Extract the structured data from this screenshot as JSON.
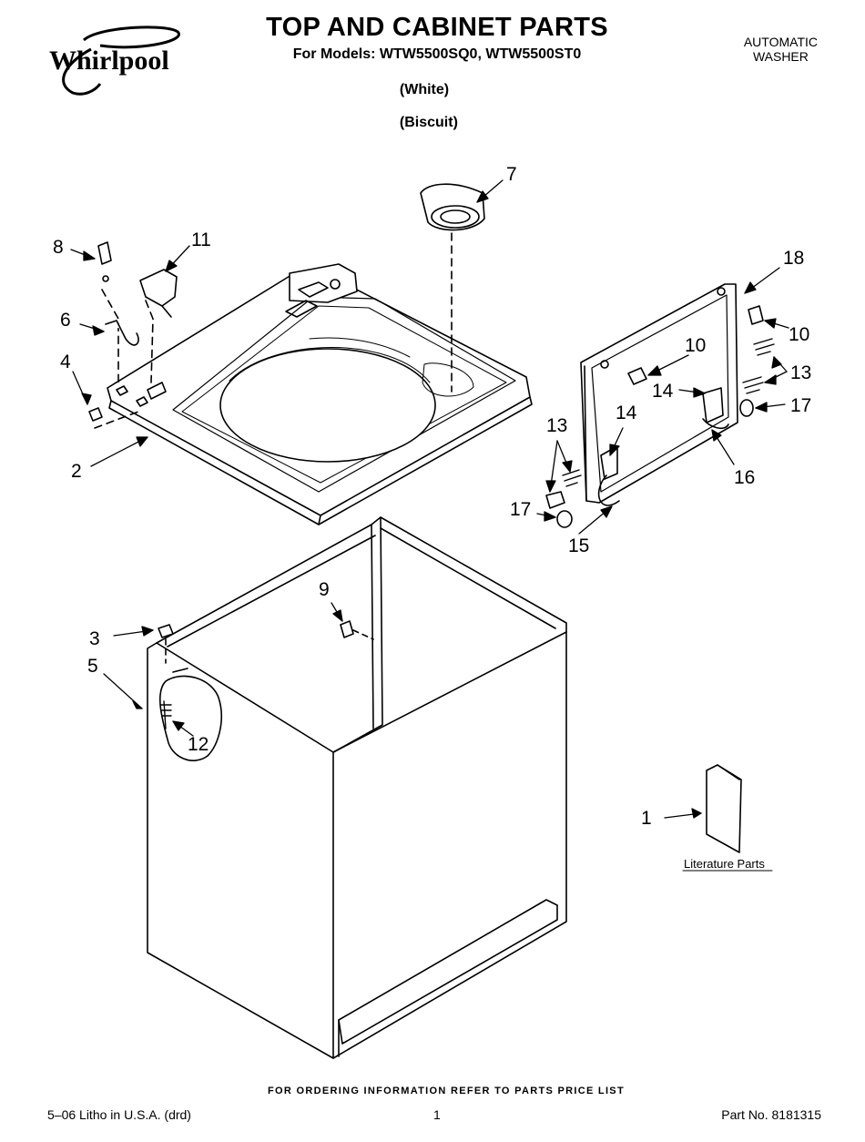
{
  "brand": {
    "logo_text": "Whirlpool"
  },
  "header": {
    "title": "TOP AND CABINET PARTS",
    "models_line": "For Models: WTW5500SQ0, WTW5500ST0",
    "variant_white": "(White)",
    "variant_biscuit": "(Biscuit)",
    "product_type_line1": "AUTOMATIC",
    "product_type_line2": "WASHER"
  },
  "callouts": {
    "c1": "1",
    "c2": "2",
    "c3": "3",
    "c4": "4",
    "c5": "5",
    "c6": "6",
    "c7": "7",
    "c8": "8",
    "c9": "9",
    "c10a": "10",
    "c10b": "10",
    "c11": "11",
    "c12": "12",
    "c13a": "13",
    "c13b": "13",
    "c14a": "14",
    "c14b": "14",
    "c15": "15",
    "c16": "16",
    "c17a": "17",
    "c17b": "17",
    "c18": "18"
  },
  "literature_label": "Literature Parts",
  "footer": {
    "order_info": "FOR ORDERING INFORMATION REFER TO PARTS PRICE LIST",
    "litho": "5–06 Litho in U.S.A. (drd)",
    "page": "1",
    "part_no": "Part No. 8181315"
  }
}
